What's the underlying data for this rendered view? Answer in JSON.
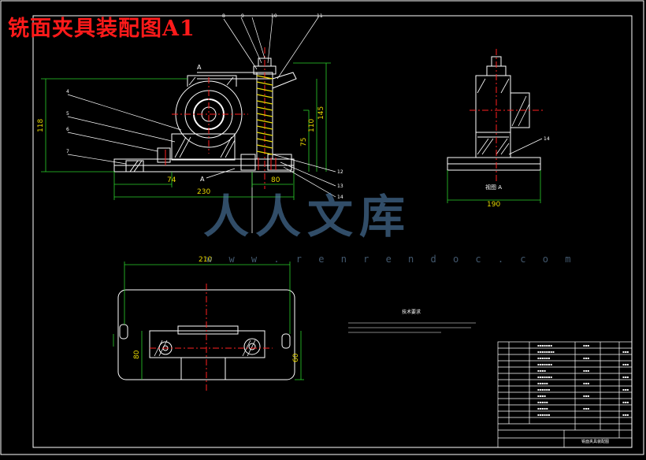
{
  "drawing_title": "铣面夹具装配图A1",
  "watermark": {
    "text": "人人文库",
    "url": "w w w . r e n r e n d o c . c o m"
  },
  "dimensions": {
    "d118": "118",
    "d145": "145",
    "d110": "110",
    "d75": "75",
    "d74": "74",
    "d230": "230",
    "d80": "80",
    "d210": "210",
    "d190": "190",
    "d80b": "80",
    "d60": "60"
  },
  "section_label": "A",
  "view_label": "视图 A",
  "tech_req_title": "技术要求",
  "balloons": [
    "4",
    "5",
    "6",
    "7",
    "8",
    "9",
    "10",
    "11",
    "12",
    "13",
    "14"
  ],
  "title_block_name": "铣面夹具装配图",
  "colors": {
    "line": "#ffffff",
    "red": "#ff2020",
    "green": "#2bd12b",
    "yellow": "#e8d800",
    "cyan": "#00d8d8"
  }
}
